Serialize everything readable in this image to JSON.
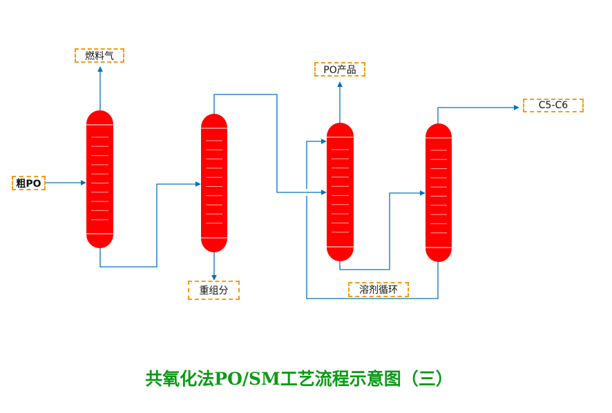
{
  "title": "共氧化法PO/SM工艺流程示意图（三）",
  "streams": {
    "fuel_gas": "燃料气",
    "crude_po": "粗PO",
    "heavy": "重组分",
    "po_product": "PO产品",
    "c5c6": "C5-C6",
    "solvent_recycle": "溶剂循环"
  },
  "colors": {
    "column": "#FF0000",
    "line": "#0070C0",
    "label_border": "#F59A0C",
    "title": "#0A9A16"
  }
}
